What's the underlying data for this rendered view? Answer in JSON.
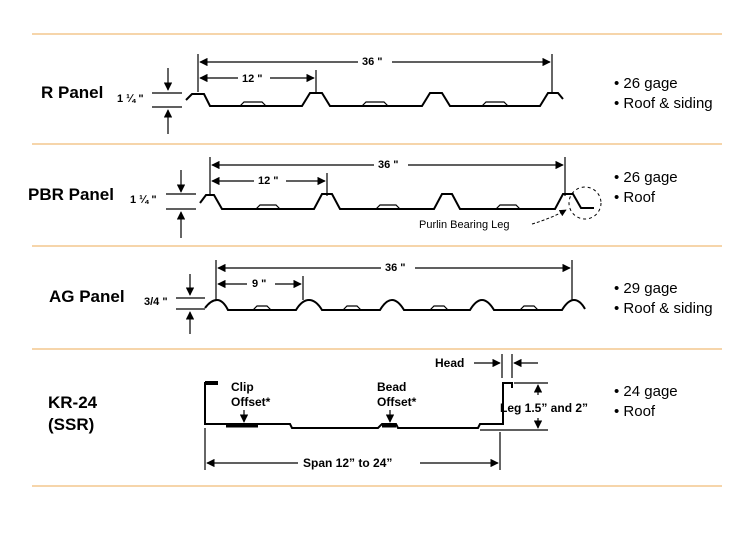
{
  "colors": {
    "divider": "#F4C78E",
    "ink": "#000000"
  },
  "panels": {
    "r": {
      "title": "R Panel",
      "height": "1 ¼ \"",
      "width_total": "36 \"",
      "spacing": "12 \"",
      "specs": [
        "• 26 gage",
        "• Roof & siding"
      ]
    },
    "pbr": {
      "title": "PBR Panel",
      "height": "1 ¼ \"",
      "width_total": "36 \"",
      "spacing": "12 \"",
      "note": "Purlin  Bearing Leg",
      "specs": [
        "• 26 gage",
        "• Roof"
      ]
    },
    "ag": {
      "title": "AG Panel",
      "height": "3/4 \"",
      "width_total": "36 \"",
      "spacing": "9 \"",
      "specs": [
        "• 29 gage",
        "• Roof & siding"
      ]
    },
    "kr": {
      "title_line1": "KR-24",
      "title_line2": "(SSR)",
      "clip_line1": "Clip",
      "clip_line2": "Offset*",
      "bead_line1": "Bead",
      "bead_line2": "Offset*",
      "head": "Head",
      "leg": "Leg 1.5” and 2”",
      "span": "Span 12” to 24”",
      "specs": [
        "• 24 gage",
        "• Roof"
      ]
    }
  }
}
